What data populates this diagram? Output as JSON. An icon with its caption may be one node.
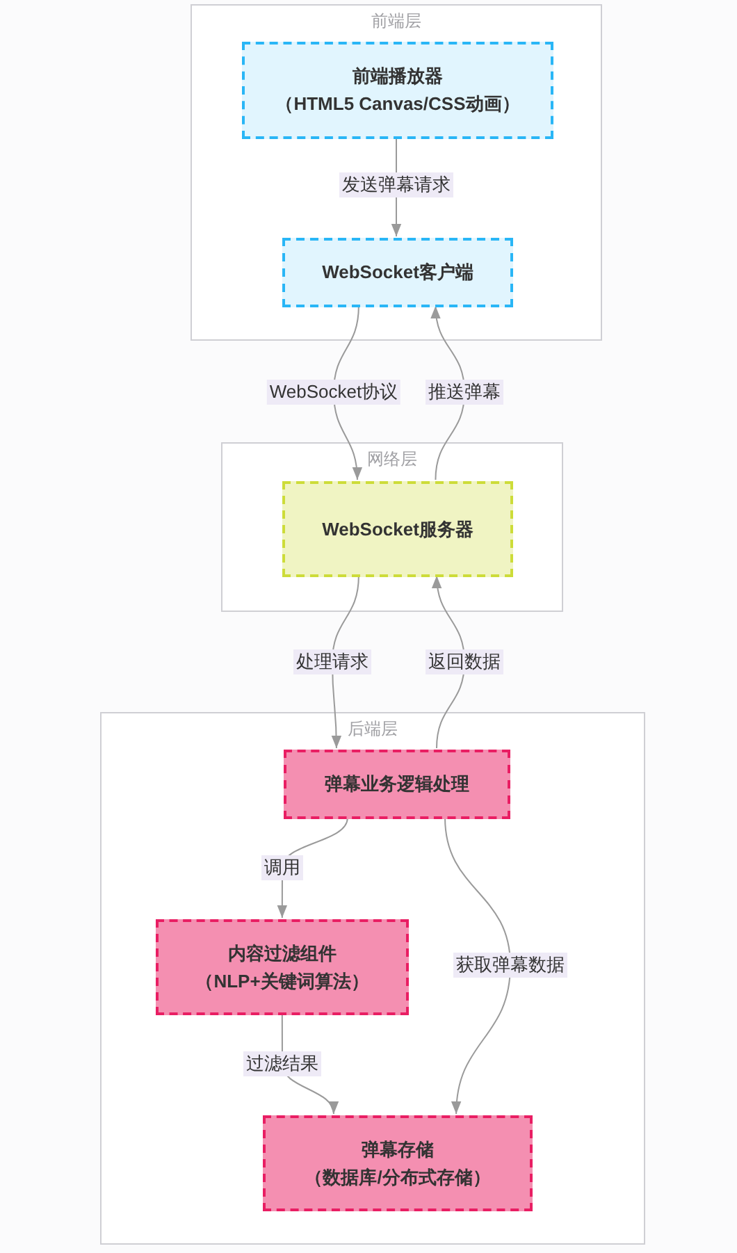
{
  "diagram": {
    "nodes": [
      {
        "text": [
          "前端层"
        ]
      },
      {
        "text": [
          "前端播放器",
          "（HTML5 Canvas/CSS动画）"
        ],
        "in": 0
      },
      {
        "text": [
          "WebSocket客户端"
        ],
        "in": 0
      },
      {
        "text": [
          "网络层"
        ]
      },
      {
        "text": [
          "WebSocket服务器"
        ],
        "in": 3
      },
      {
        "text": [
          "后端层"
        ]
      },
      {
        "text": [
          "弹幕业务逻辑处理"
        ],
        "in": 5
      },
      {
        "text": [
          "内容过滤组件",
          "（NLP+关键词算法）"
        ],
        "in": 5
      },
      {
        "text": [
          "弹幕存储",
          "（数据库/分布式存储）"
        ],
        "in": 5
      }
    ],
    "edges": [
      {
        "from": 1,
        "to": 2,
        "arrow": "to",
        "label": "发送弹幕请求"
      },
      {
        "from": 2,
        "to": 4,
        "arrow": "to",
        "label": "WebSocket协议"
      },
      {
        "from": 4,
        "to": 2,
        "arrow": "to",
        "label": "推送弹幕"
      },
      {
        "from": 4,
        "to": 6,
        "arrow": "to",
        "label": "处理请求"
      },
      {
        "from": 6,
        "to": 4,
        "arrow": "to",
        "label": "返回数据"
      },
      {
        "from": 6,
        "to": 7,
        "arrow": "to",
        "label": "调用"
      },
      {
        "from": 7,
        "to": 8,
        "arrow": "to",
        "label": "过滤结果"
      },
      {
        "from": 6,
        "to": 8,
        "arrow": "to",
        "label": "获取弹幕数据"
      }
    ]
  }
}
